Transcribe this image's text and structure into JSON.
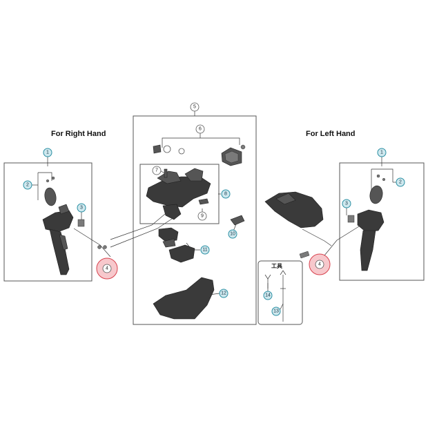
{
  "headings": {
    "right_hand": "For Right Hand",
    "left_hand": "For Left Hand",
    "tools": "工具"
  },
  "callouts": {
    "c1_left": "1",
    "c2_left": "2",
    "c3_left": "3",
    "c4_left": "4",
    "c5": "5",
    "c6": "6",
    "c7": "7",
    "c8": "8",
    "c9": "9",
    "c10": "10",
    "c11": "11",
    "c12": "12",
    "c1_right": "1",
    "c2_right": "2",
    "c3_right": "3",
    "c4_right": "4",
    "c13": "13",
    "c14": "14"
  },
  "colors": {
    "callout_fill": "#cfe8ee",
    "callout_stroke": "#2a8fa3",
    "highlight_fill": "#f7c8cc",
    "highlight_stroke": "#d8404c",
    "part_dark": "#3a3a3a"
  }
}
